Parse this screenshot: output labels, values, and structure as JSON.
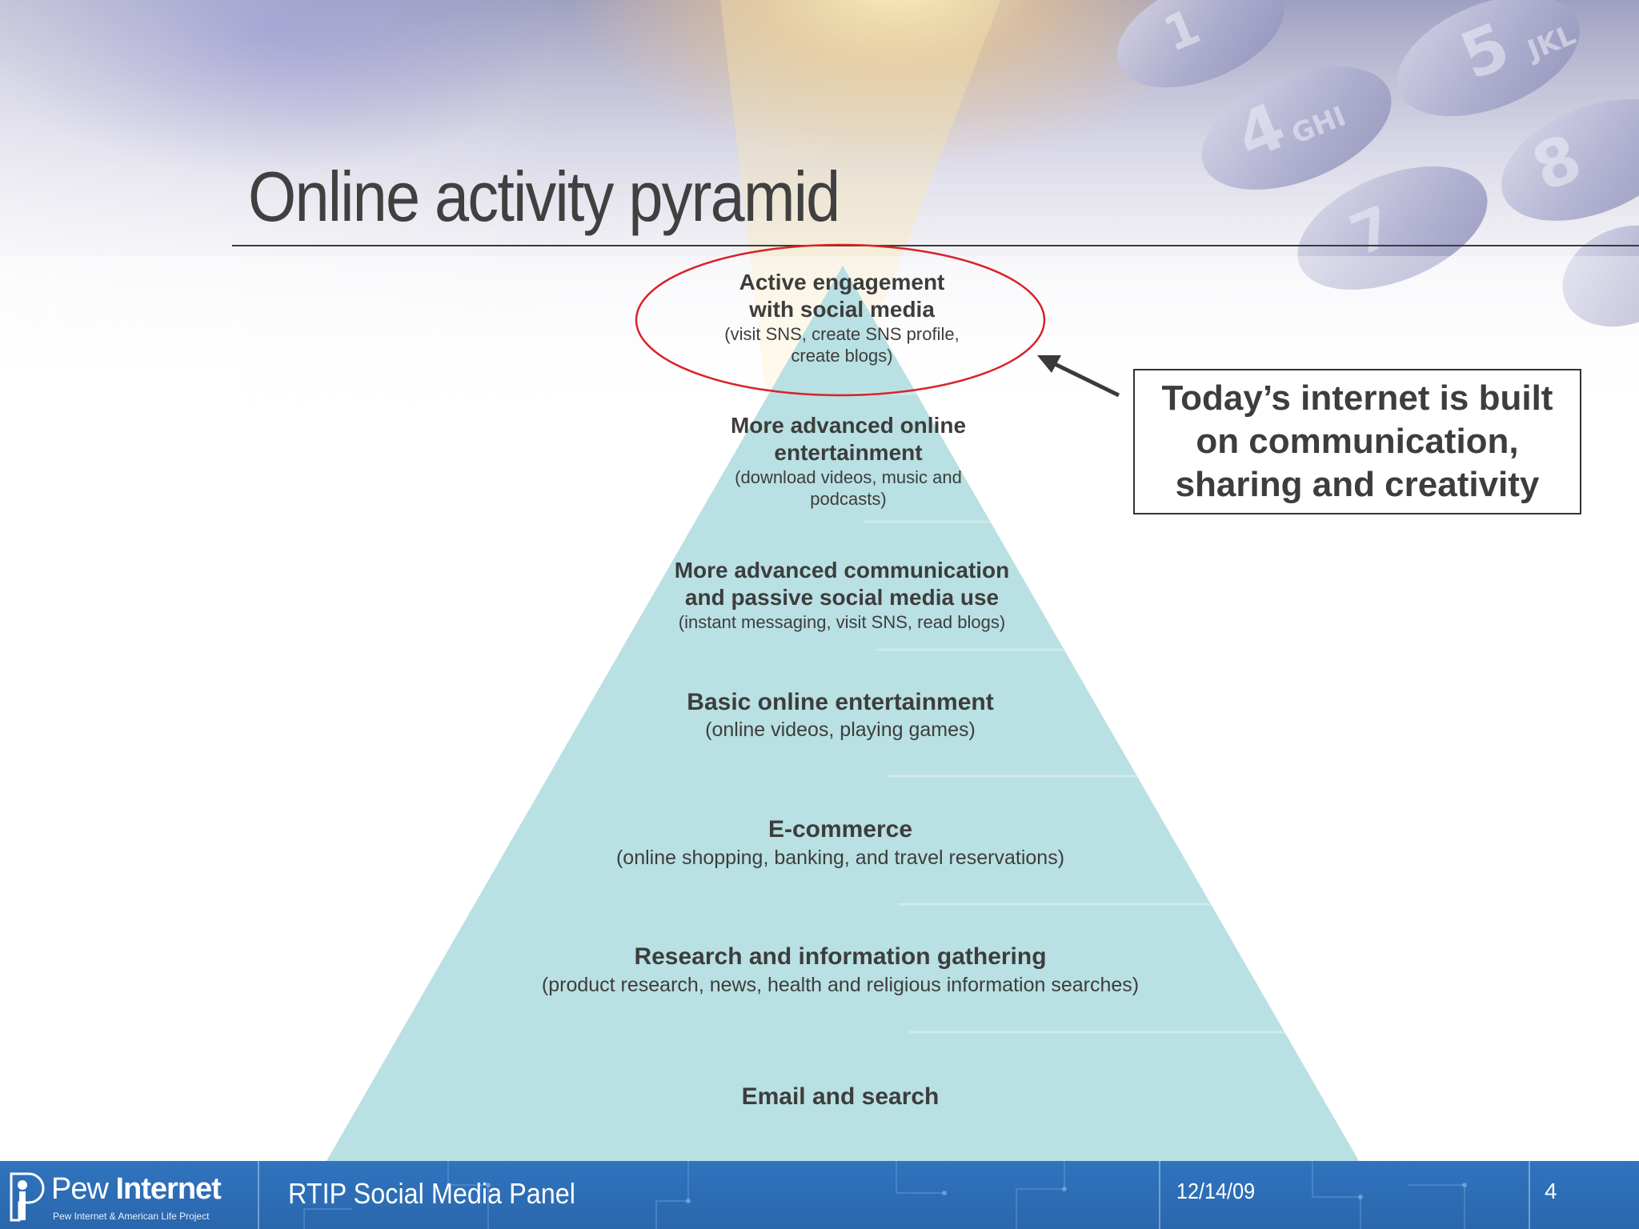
{
  "slide": {
    "title": "Online activity pyramid"
  },
  "pyramid": {
    "tiers": [
      {
        "title_lines": [
          "Active engagement",
          "with social media"
        ],
        "subtitle_lines": [
          "(visit SNS, create SNS profile,",
          "create blogs)"
        ]
      },
      {
        "title_lines": [
          "More advanced online",
          "entertainment"
        ],
        "subtitle_lines": [
          "(download videos, music and",
          "podcasts)"
        ]
      },
      {
        "title_lines": [
          "More advanced communication",
          "and passive social media use"
        ],
        "subtitle_lines": [
          "(instant messaging, visit SNS, read blogs)"
        ]
      },
      {
        "title_lines": [
          "Basic online entertainment"
        ],
        "subtitle_lines": [
          "(online videos, playing games)"
        ]
      },
      {
        "title_lines": [
          "E-commerce"
        ],
        "subtitle_lines": [
          "(online shopping, banking, and travel reservations)"
        ]
      },
      {
        "title_lines": [
          "Research and information gathering"
        ],
        "subtitle_lines": [
          "(product research, news, health and religious information searches)"
        ]
      },
      {
        "title_lines": [
          "Email and search"
        ],
        "subtitle_lines": []
      }
    ],
    "fill_color": "#b9e0e3",
    "highlight_color": "#d9222a"
  },
  "callout": {
    "lines": [
      "Today’s internet is built",
      "on communication,",
      "sharing and creativity"
    ]
  },
  "footer": {
    "logo_name_light": "Pew",
    "logo_name_bold": "Internet",
    "logo_tagline": "Pew Internet & American Life Project",
    "presentation_title": "RTIP Social Media Panel",
    "date": "12/14/09",
    "page_number": "4",
    "bar_color": "#2f74be"
  }
}
